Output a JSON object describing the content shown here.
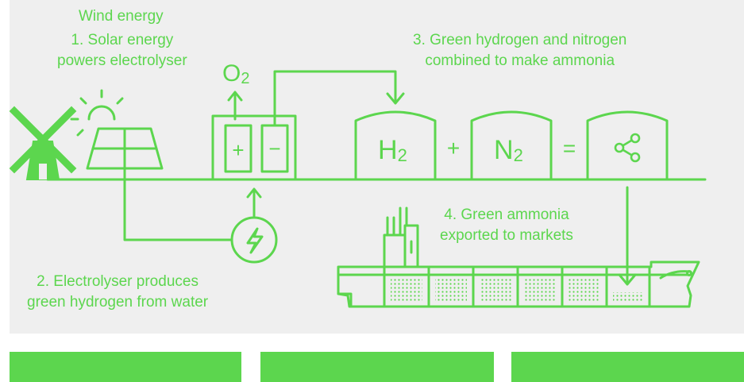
{
  "colors": {
    "accent": "#5cd64e",
    "panel": "#efefef",
    "background": "#ffffff"
  },
  "labels": {
    "wind": "Wind energy",
    "step1_line1": "1. Solar energy",
    "step1_line2": "powers electrolyser",
    "step2_line1": "2. Electrolyser produces",
    "step2_line2": "green hydrogen from water",
    "step3_line1": "3. Green hydrogen and nitrogen",
    "step3_line2": "combined to make ammonia",
    "step4_line1": "4. Green ammonia",
    "step4_line2": "exported to markets"
  },
  "symbols": {
    "oxygen": "O",
    "oxygen_sub": "2",
    "hydrogen": "H",
    "hydrogen_sub": "2",
    "nitrogen": "N",
    "nitrogen_sub": "2",
    "plus": "+",
    "equals": "=",
    "anode": "+",
    "cathode": "−"
  },
  "icons": [
    "windmill-icon",
    "sun-icon",
    "solar-panel-icon",
    "lightning-icon",
    "share-icon",
    "ship-icon"
  ]
}
